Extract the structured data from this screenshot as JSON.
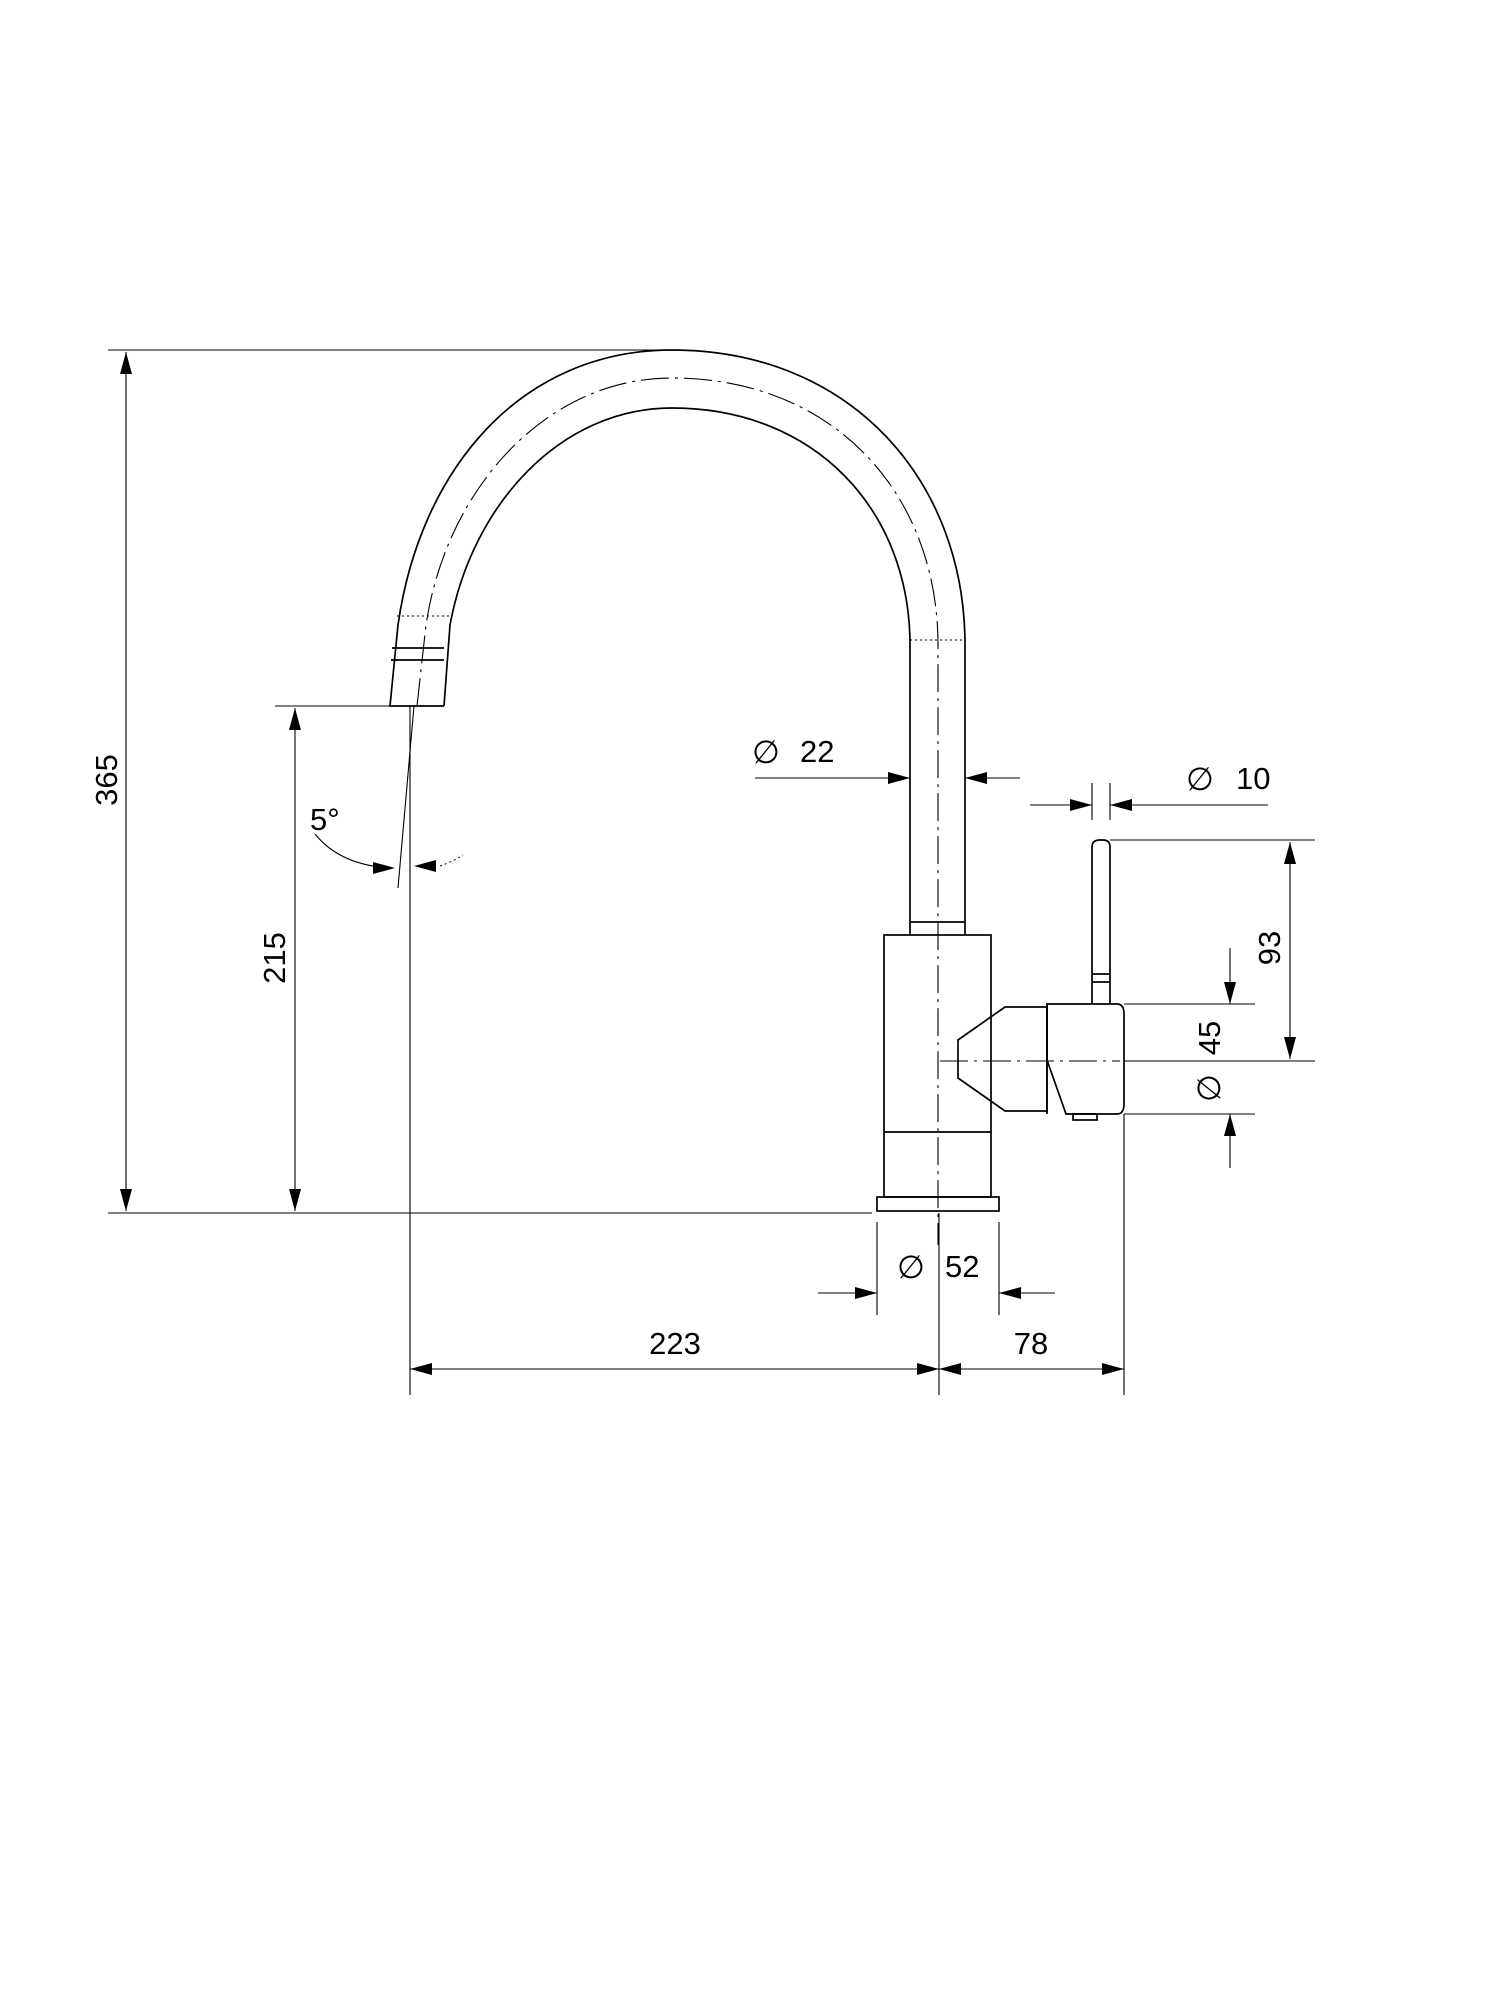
{
  "dimensions": {
    "total_height": "365",
    "spout_height": "215",
    "spout_angle": "5°",
    "spout_diameter": "22",
    "lever_diameter": "10",
    "lever_height": "93",
    "body_diameter": "45",
    "base_diameter": "52",
    "spout_reach": "223",
    "lever_offset": "78"
  },
  "symbols": {
    "diameter": "∅"
  }
}
